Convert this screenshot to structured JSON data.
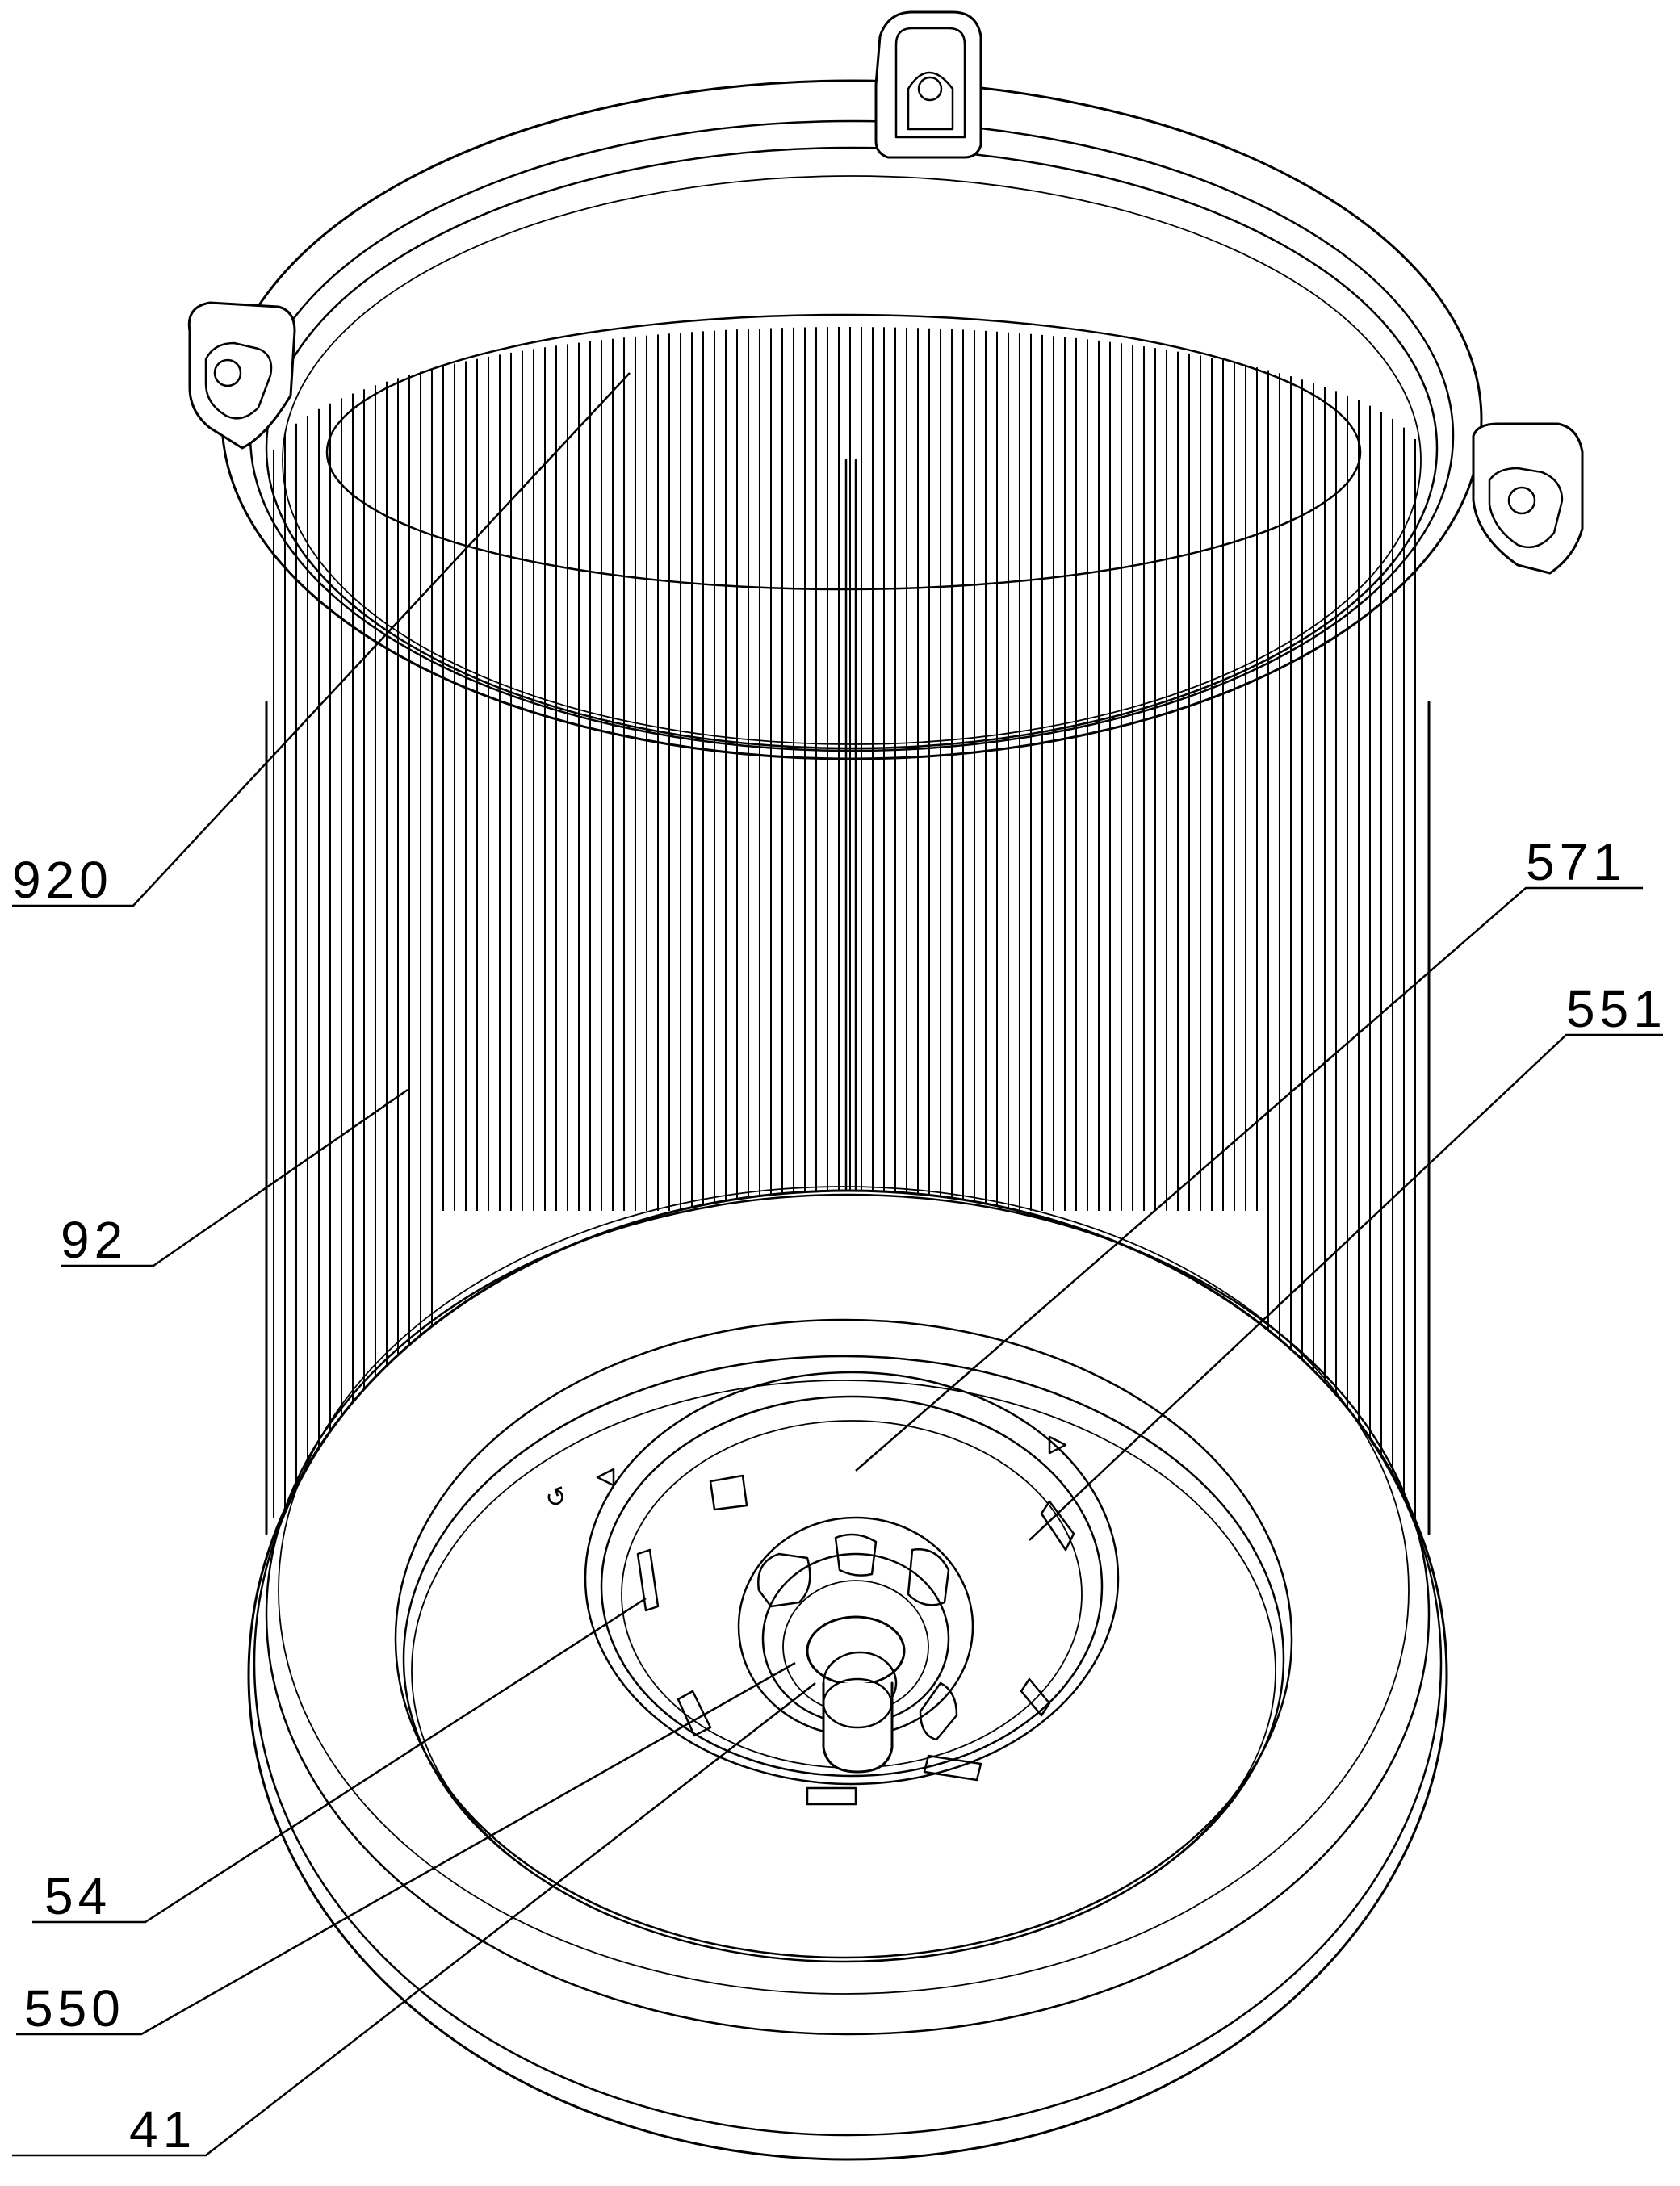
{
  "labels": {
    "l920": "920",
    "l92": "92",
    "l571": "571",
    "l551": "551",
    "l54": "54",
    "l550": "550",
    "l41": "41"
  }
}
